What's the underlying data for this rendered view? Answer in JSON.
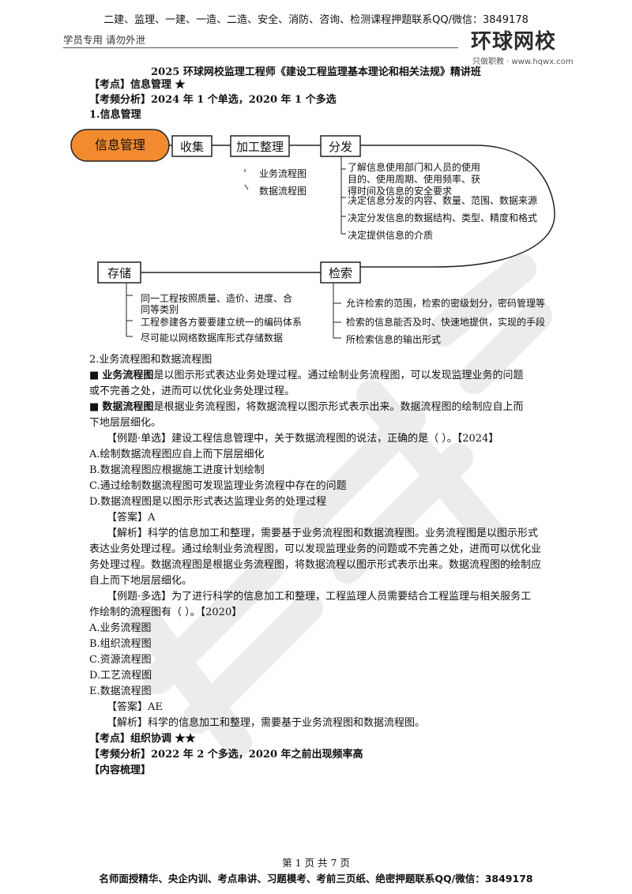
{
  "header": {
    "banner": "二建、监理、一建、一造、二造、安全、消防、咨询、检测课程押题联系QQ/微信：3849178",
    "left_note": "学员专用 请勿外泄",
    "logo_text": "环球网校",
    "logo_sub": "只做职教 · www.hqwx.com"
  },
  "title": "2025 环球网校监理工程师《建设工程监理基本理论和相关法规》精讲班",
  "section1": {
    "kaodian": "【考点】信息管理 ★",
    "kaopin": "【考频分析】2024 年 1 个单选，2020 年 1 个多选",
    "sub1": "1.信息管理"
  },
  "diagram": {
    "center": "信息管理",
    "collect": "收集",
    "process": "加工整理",
    "distribute": "分发",
    "store": "存储",
    "retrieve": "检索",
    "process_items": [
      "业务流程图",
      "数据流程图"
    ],
    "distribute_items": [
      "了解信息使用部门和人员的使用",
      "目的、使用周期、使用频率、获",
      "得时间及信息的安全要求",
      "决定信息分发的内容、数量、范围、数据来源",
      "决定分发信息的数据结构、类型、精度和格式",
      "决定提供信息的介质"
    ],
    "store_items": [
      "同一工程按照质量、造价、进度、合",
      "同等类别",
      "工程参建各方要要建立统一的编码体系",
      "尽可能以网络数据库形式存储数据"
    ],
    "retrieve_items": [
      "允许检索的范围，检索的密级划分，密码管理等",
      "检索的信息能否及时、快速地提供，实现的手段",
      "所检索信息的输出形式"
    ]
  },
  "section2": {
    "sub2": "2.业务流程图和数据流程图",
    "b1_term": "业务流程图",
    "b1_text": "是以图示形式表达业务处理过程。通过绘制业务流程图，可以发现监理业务的问题",
    "b1_text2": "或不完善之处，进而可以优化业务处理过程。",
    "b2_term": "数据流程图",
    "b2_text": "是根据业务流程图，将数据流程以图示形式表示出来。数据流程图的绘制应自上而",
    "b2_text2": "下地层层细化。"
  },
  "q1": {
    "stem": "【例题·单选】建设工程信息管理中，关于数据流程图的说法，正确的是（ ）。【2024】",
    "options": [
      "A.绘制数据流程图应自上而下层层细化",
      "B.数据流程图应根据施工进度计划绘制",
      "C.通过绘制数据流程图可发现监理业务流程中存在的问题",
      "D.数据流程图是以图示形式表达监理业务的处理过程"
    ],
    "answer": "【答案】A",
    "analysis": [
      "【解析】科学的信息加工和整理，需要基于业务流程图和数据流程图。业务流程图是以图示形式",
      "表达业务处理过程。通过绘制业务流程图，可以发现监理业务的问题或不完善之处，进而可以优化业",
      "务处理过程。数据流程图是根据业务流程图，将数据流程以图示形式表示出来。数据流程图的绘制应",
      "自上而下地层层细化。"
    ]
  },
  "q2": {
    "stem1": "【例题·多选】为了进行科学的信息加工和整理，工程监理人员需要结合工程监理与相关服务工",
    "stem2": "作绘制的流程图有（ ）。【2020】",
    "options": [
      "A.业务流程图",
      "B.组织流程图",
      "C.资源流程图",
      "D.工艺流程图",
      "E.数据流程图"
    ],
    "answer": "【答案】AE",
    "analysis": "【解析】科学的信息加工和整理，需要基于业务流程图和数据流程图。"
  },
  "section3": {
    "kaodian": "【考点】组织协调 ★★",
    "kaopin": "【考频分析】2022 年 2 个多选，2020 年之前出现频率高",
    "neirong": "【内容梳理】"
  },
  "footer": {
    "page": "第 1 页 共 7 页",
    "promo": "名师面授精华、央企内训、考点串讲、习题模考、考前三页纸、绝密押题联系QQ/微信：3849178"
  },
  "colors": {
    "oval_fill": "#f28b2f",
    "watermark": "#e6e6e6",
    "stamp_red": "#d86a6a"
  }
}
